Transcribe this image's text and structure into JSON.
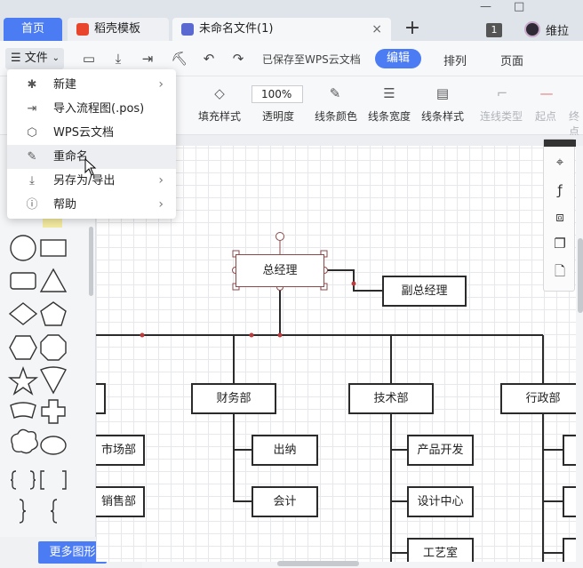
{
  "tabs": {
    "home": "首页",
    "docer": "稻壳模板",
    "doc": "未命名文件(1)",
    "add": "+",
    "close": "×"
  },
  "window": {
    "badge": "1",
    "user": "维拉",
    "minimize": "—",
    "maximize": "□"
  },
  "toolbar": {
    "file": "☰ 文件",
    "saved_status": "已保存至WPS云文档",
    "edit": "编辑",
    "arrange": "排列",
    "page": "页面"
  },
  "format_bar": {
    "fill_style": "填充样式",
    "opacity": "透明度",
    "opacity_value": "100%",
    "line_color": "线条颜色",
    "line_width": "线条宽度",
    "line_style": "线条样式",
    "connector_type": "连线类型",
    "start_point": "起点",
    "end_point": "终点"
  },
  "file_menu": [
    {
      "label": "新建",
      "icon": "new-file-icon",
      "arrow": true
    },
    {
      "label": "导入流程图(.pos)",
      "icon": "import-icon",
      "arrow": false
    },
    {
      "label": "WPS云文档",
      "icon": "cloud-doc-icon",
      "arrow": false
    },
    {
      "label": "重命名",
      "icon": "pencil-icon",
      "arrow": false
    },
    {
      "label": "另存为/导出",
      "icon": "download-icon",
      "arrow": true
    },
    {
      "label": "帮助",
      "icon": "help-icon",
      "arrow": true
    }
  ],
  "shape_panel": {
    "more_shapes": "更多图形"
  },
  "org_chart": {
    "ceo": "总经理",
    "deputy": "副总经理",
    "finance": "财务部",
    "tech": "技术部",
    "admin": "行政部",
    "market": "市场部",
    "sales": "销售部",
    "cashier": "出纳",
    "accounting": "会计",
    "product_dev": "产品开发",
    "design_center": "设计中心",
    "craft_room": "工艺室"
  },
  "colors": {
    "accent": "#4b7cf3",
    "connector": "#2b2b2b",
    "selection": "#8a4a4a"
  }
}
